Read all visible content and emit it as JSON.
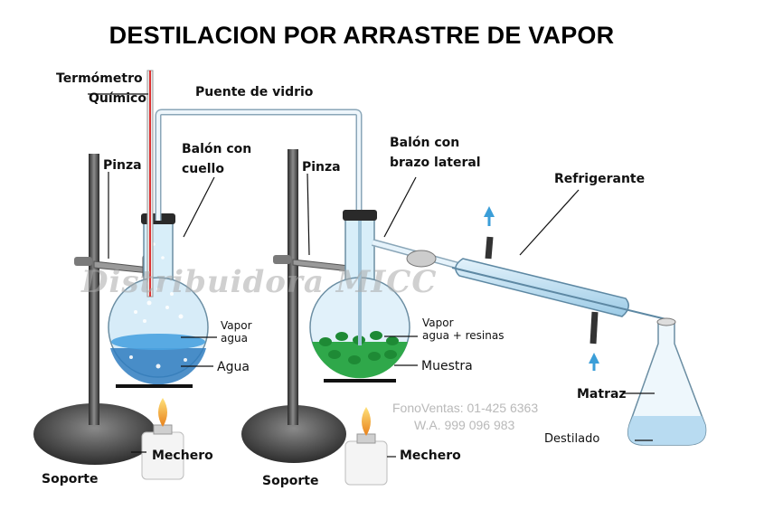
{
  "title": "DESTILACION POR ARRASTRE DE VAPOR",
  "labels": {
    "termometro_1": "Termómetro",
    "termometro_2": "Químico",
    "puente": "Puente de vidrio",
    "balon_cuello_1": "Balón con",
    "balon_cuello_2": "cuello",
    "balon_brazo_1": "Balón con",
    "balon_brazo_2": "brazo lateral",
    "refrigerante": "Refrigerante",
    "pinza_left": "Pinza",
    "pinza_right": "Pinza",
    "vapor_agua_1": "Vapor",
    "vapor_agua_2": "agua",
    "agua": "Agua",
    "vapor_resinas_1": "Vapor",
    "vapor_resinas_2": "agua + resinas",
    "muestra": "Muestra",
    "matraz": "Matraz",
    "destilado": "Destilado",
    "mechero_left": "Mechero",
    "mechero_right": "Mechero",
    "soporte_left": "Soporte",
    "soporte_right": "Soporte"
  },
  "watermark": "Distribuidora MICC",
  "contact": {
    "phone": "FonoVentas: 01-425 6363",
    "whatsapp": "W.A. 999 096 983"
  },
  "colors": {
    "water": "#3d8fd0",
    "sample": "#2fa84a",
    "glass": "#bfe0f2",
    "stand": "#4a4a4a",
    "flame": "#f2a71b"
  }
}
